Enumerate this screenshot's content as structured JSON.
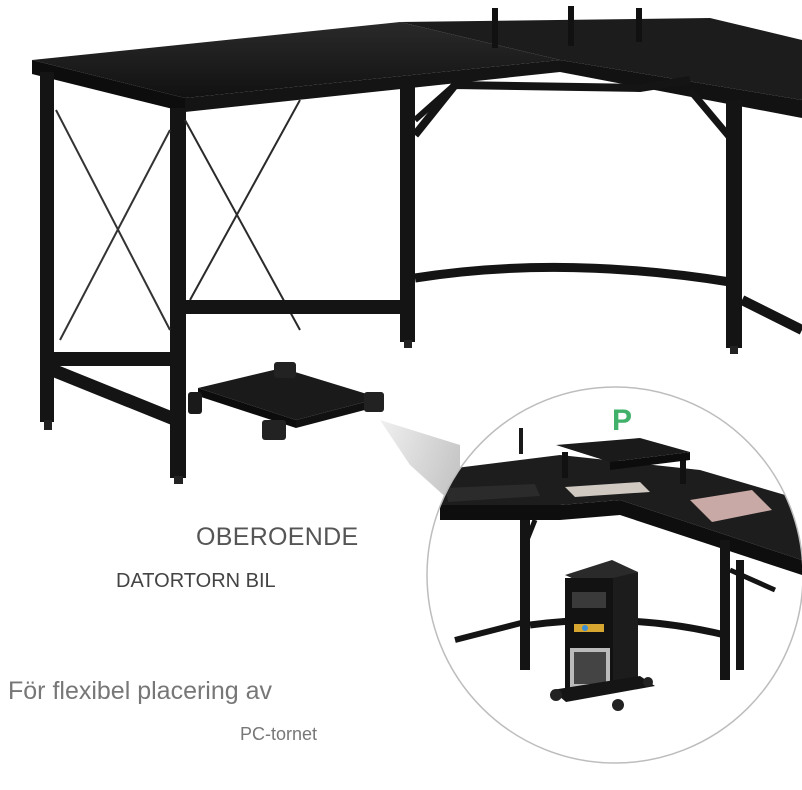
{
  "captions": {
    "heading_line1": "OBEROENDE",
    "heading_line2": "DATORTORN BIL",
    "sub_line1": "För flexibel placering av",
    "sub_line2": "PC-tornet"
  },
  "logo_text": "P",
  "colors": {
    "desk": "#1e1e1e",
    "frame": "#141414",
    "caption": "#555555",
    "logo": "#40b06a"
  }
}
